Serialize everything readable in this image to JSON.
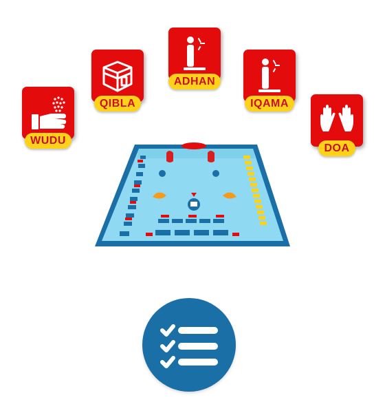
{
  "features": [
    {
      "id": "wudu",
      "label": "WUDU",
      "icon": "hand-washing-icon"
    },
    {
      "id": "qibla",
      "label": "QIBLA",
      "icon": "kaaba-icon"
    },
    {
      "id": "adhan",
      "label": "ADHAN",
      "icon": "person-calling-icon"
    },
    {
      "id": "iqama",
      "label": "IQAMA",
      "icon": "person-standing-icon"
    },
    {
      "id": "doa",
      "label": "DOA",
      "icon": "raised-hands-icon"
    }
  ],
  "mat": {
    "icon": "prayer-mat-icon"
  },
  "checklist": {
    "icon": "checklist-icon"
  },
  "colors": {
    "tile_red": "#e30b0b",
    "pill_yellow": "#ffd21a",
    "pill_text": "#c8102e",
    "mat_blue": "#1a6fa6",
    "mat_light": "#8fdaf2",
    "accent_orange": "#f59a1a"
  }
}
